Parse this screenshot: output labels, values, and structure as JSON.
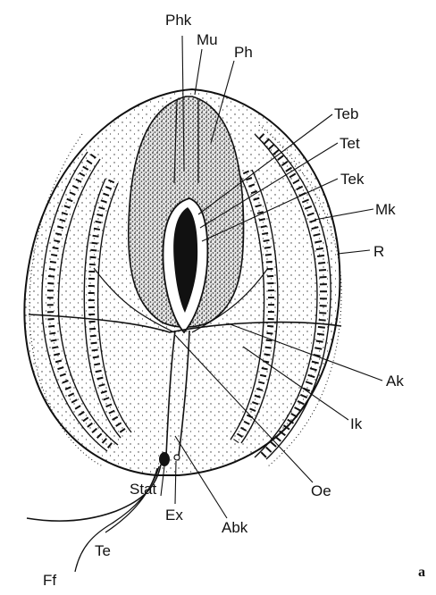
{
  "figure": {
    "panel_letter": "a",
    "labels": {
      "phk": "Phk",
      "mu": "Mu",
      "ph": "Ph",
      "teb": "Teb",
      "tet": "Tet",
      "tek": "Tek",
      "mk": "Mk",
      "r": "R",
      "ak": "Ak",
      "ik": "Ik",
      "oe": "Oe",
      "abk": "Abk",
      "ex": "Ex",
      "stat": "Stat",
      "te": "Te",
      "ff": "Ff"
    }
  }
}
